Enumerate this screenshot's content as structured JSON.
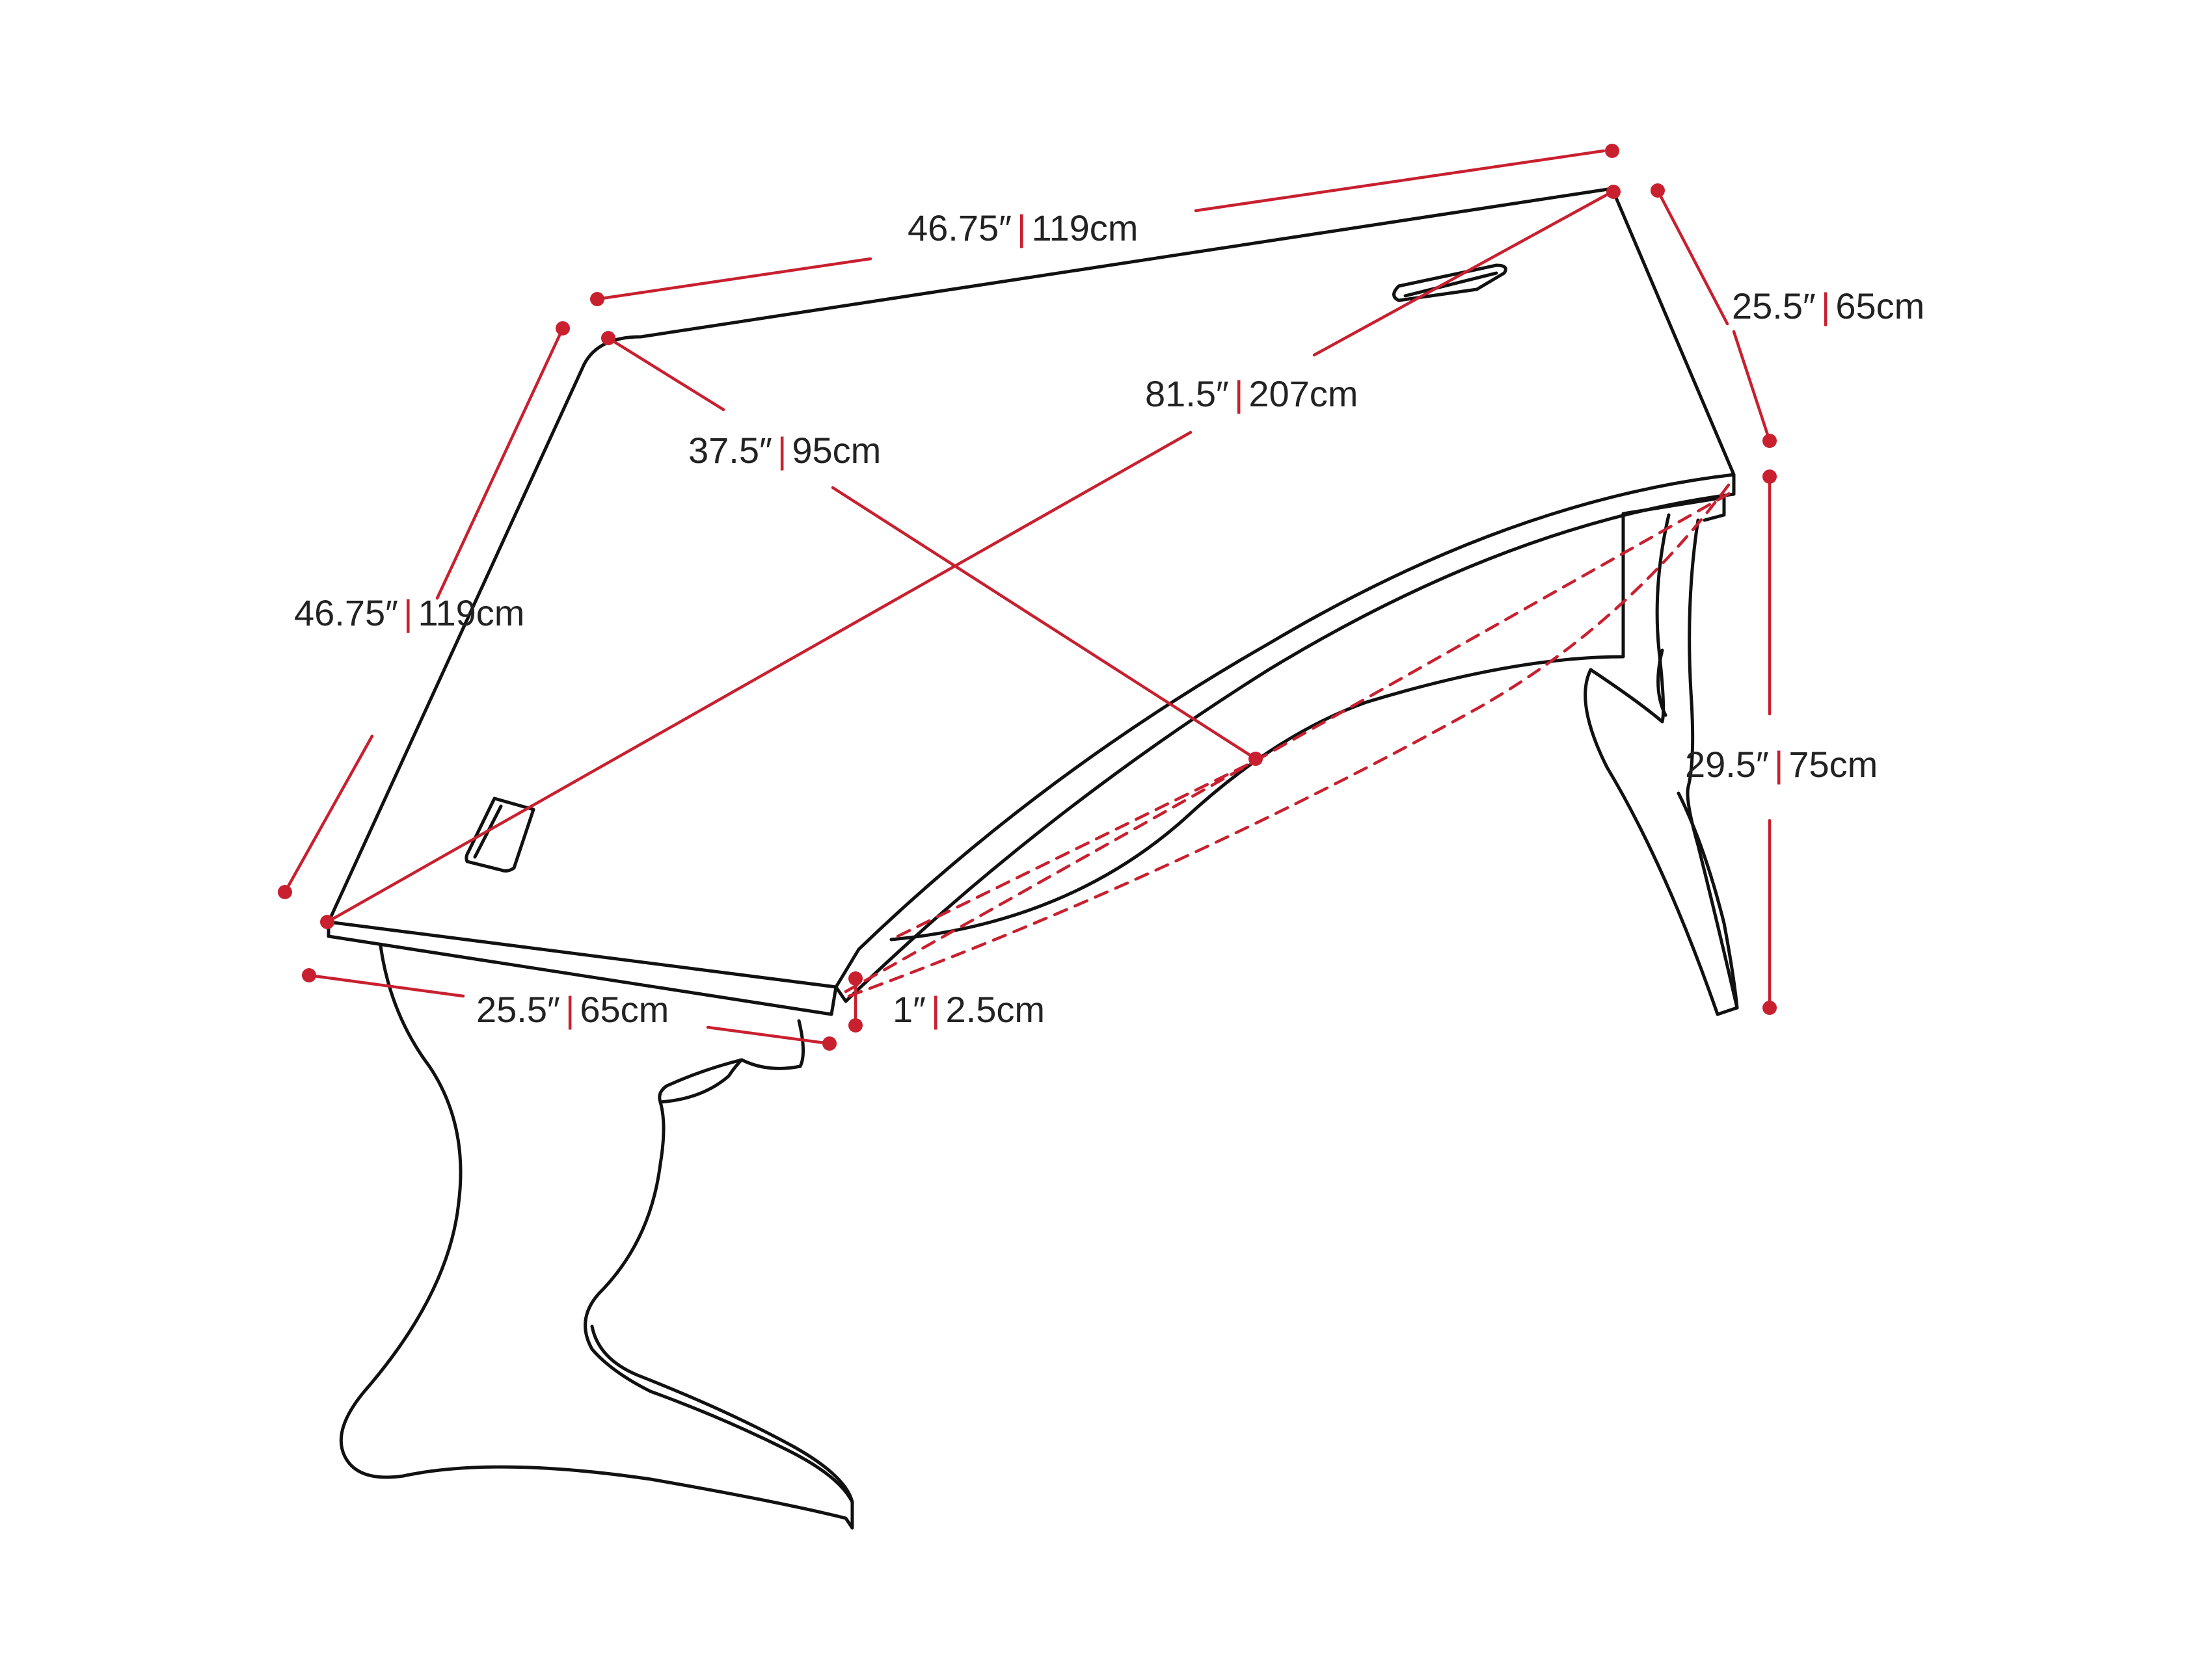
{
  "colors": {
    "outline": "#111111",
    "dimension": "#c8202f",
    "text": "#222222",
    "background": "#ffffff"
  },
  "dimensions": {
    "top_width": {
      "imperial": "46.75″",
      "metric": "119cm"
    },
    "left_width": {
      "imperial": "46.75″",
      "metric": "119cm"
    },
    "right_depth": {
      "imperial": "25.5″",
      "metric": "65cm"
    },
    "front_depth": {
      "imperial": "25.5″",
      "metric": "65cm"
    },
    "diagonal_long": {
      "imperial": "81.5″",
      "metric": "207cm"
    },
    "diagonal_inner": {
      "imperial": "37.5″",
      "metric": "95cm"
    },
    "height": {
      "imperial": "29.5″",
      "metric": "75cm"
    },
    "thickness": {
      "imperial": "1″",
      "metric": "2.5cm"
    }
  }
}
